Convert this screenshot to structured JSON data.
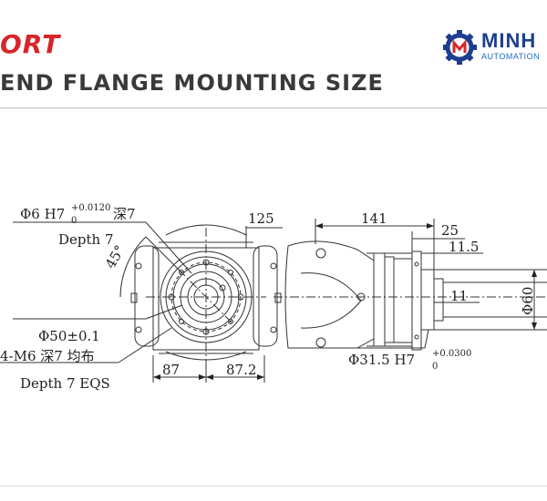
{
  "header": {
    "brand_fragment": "ORT",
    "title": "END FLANGE MOUNTING SIZE"
  },
  "logo": {
    "word": "MINH",
    "sub": "AUTOMATION",
    "colors": {
      "blue": "#1d3f8f",
      "red": "#d7262b"
    }
  },
  "drawing": {
    "dim_125": "125",
    "dim_141": "141",
    "dim_25": "25",
    "dim_11_5": "11.5",
    "dim_11": "11",
    "dim_phi60": "Φ60",
    "dim_87": "87",
    "dim_87_2": "87.2",
    "angle_45": "45°",
    "hole_phi6": "Φ6 H7",
    "hole_phi6_tol_upper": "+0.0120",
    "hole_phi6_tol_lower": "0",
    "hole_phi6_depth_cn": "深7",
    "depth_7": "Depth 7",
    "pcd_phi50": "Φ50±0.1",
    "thread_m6": "4-M6 深7 均布",
    "depth_7_eqs": "Depth 7 EQS",
    "bore_phi31_5": "Φ31.5 H7",
    "bore_tol_upper": "+0.0300",
    "bore_tol_lower": "0"
  }
}
